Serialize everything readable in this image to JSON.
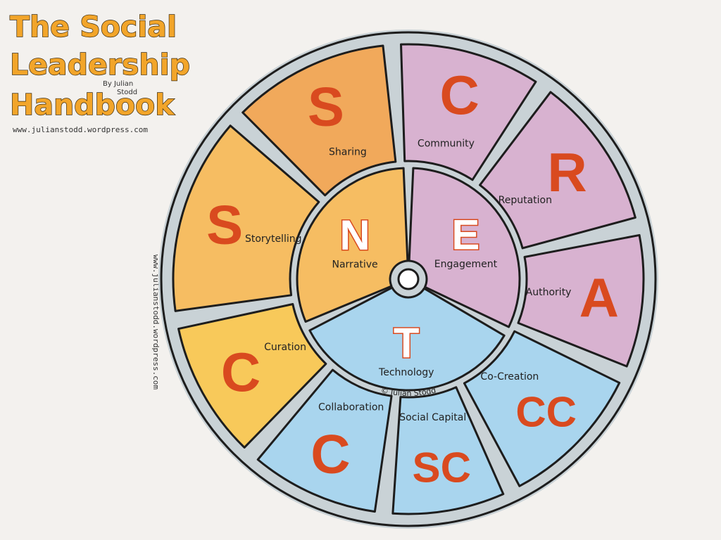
{
  "header": {
    "title_lines": [
      "The Social",
      "Leadership",
      "Handbook"
    ],
    "byline_lines": [
      "By Julian",
      "Stodd"
    ],
    "url": "www.julianstodd.wordpress.com"
  },
  "side_url": "www.julianstodd.wordpress.com",
  "copyright": "© Julian Stodd",
  "colors": {
    "orange": "#f1a95b",
    "light_orange": "#f6bd62",
    "yellow": "#f8c95a",
    "purple": "#d8b2d0",
    "blue": "#a9d5ee",
    "letter": "#d94a1f",
    "outline": "#1d1d1d",
    "gap": "#c9d2d6"
  },
  "outer_segments": [
    {
      "letter": "S",
      "label": "Sharing",
      "color": "orange"
    },
    {
      "letter": "C",
      "label": "Community",
      "color": "purple"
    },
    {
      "letter": "R",
      "label": "Reputation",
      "color": "purple"
    },
    {
      "letter": "A",
      "label": "Authority",
      "color": "purple"
    },
    {
      "letter": "CC",
      "label": "Co-Creation",
      "color": "blue"
    },
    {
      "letter": "SC",
      "label": "Social Capital",
      "color": "blue"
    },
    {
      "letter": "C",
      "label": "Collaboration",
      "color": "blue"
    },
    {
      "letter": "C",
      "label": "Curation",
      "color": "yellow"
    },
    {
      "letter": "S",
      "label": "Storytelling",
      "color": "light_orange"
    }
  ],
  "inner_segments": [
    {
      "letter": "N",
      "label": "Narrative",
      "color": "light_orange"
    },
    {
      "letter": "E",
      "label": "Engagement",
      "color": "purple"
    },
    {
      "letter": "T",
      "label": "Technology",
      "color": "blue"
    }
  ]
}
